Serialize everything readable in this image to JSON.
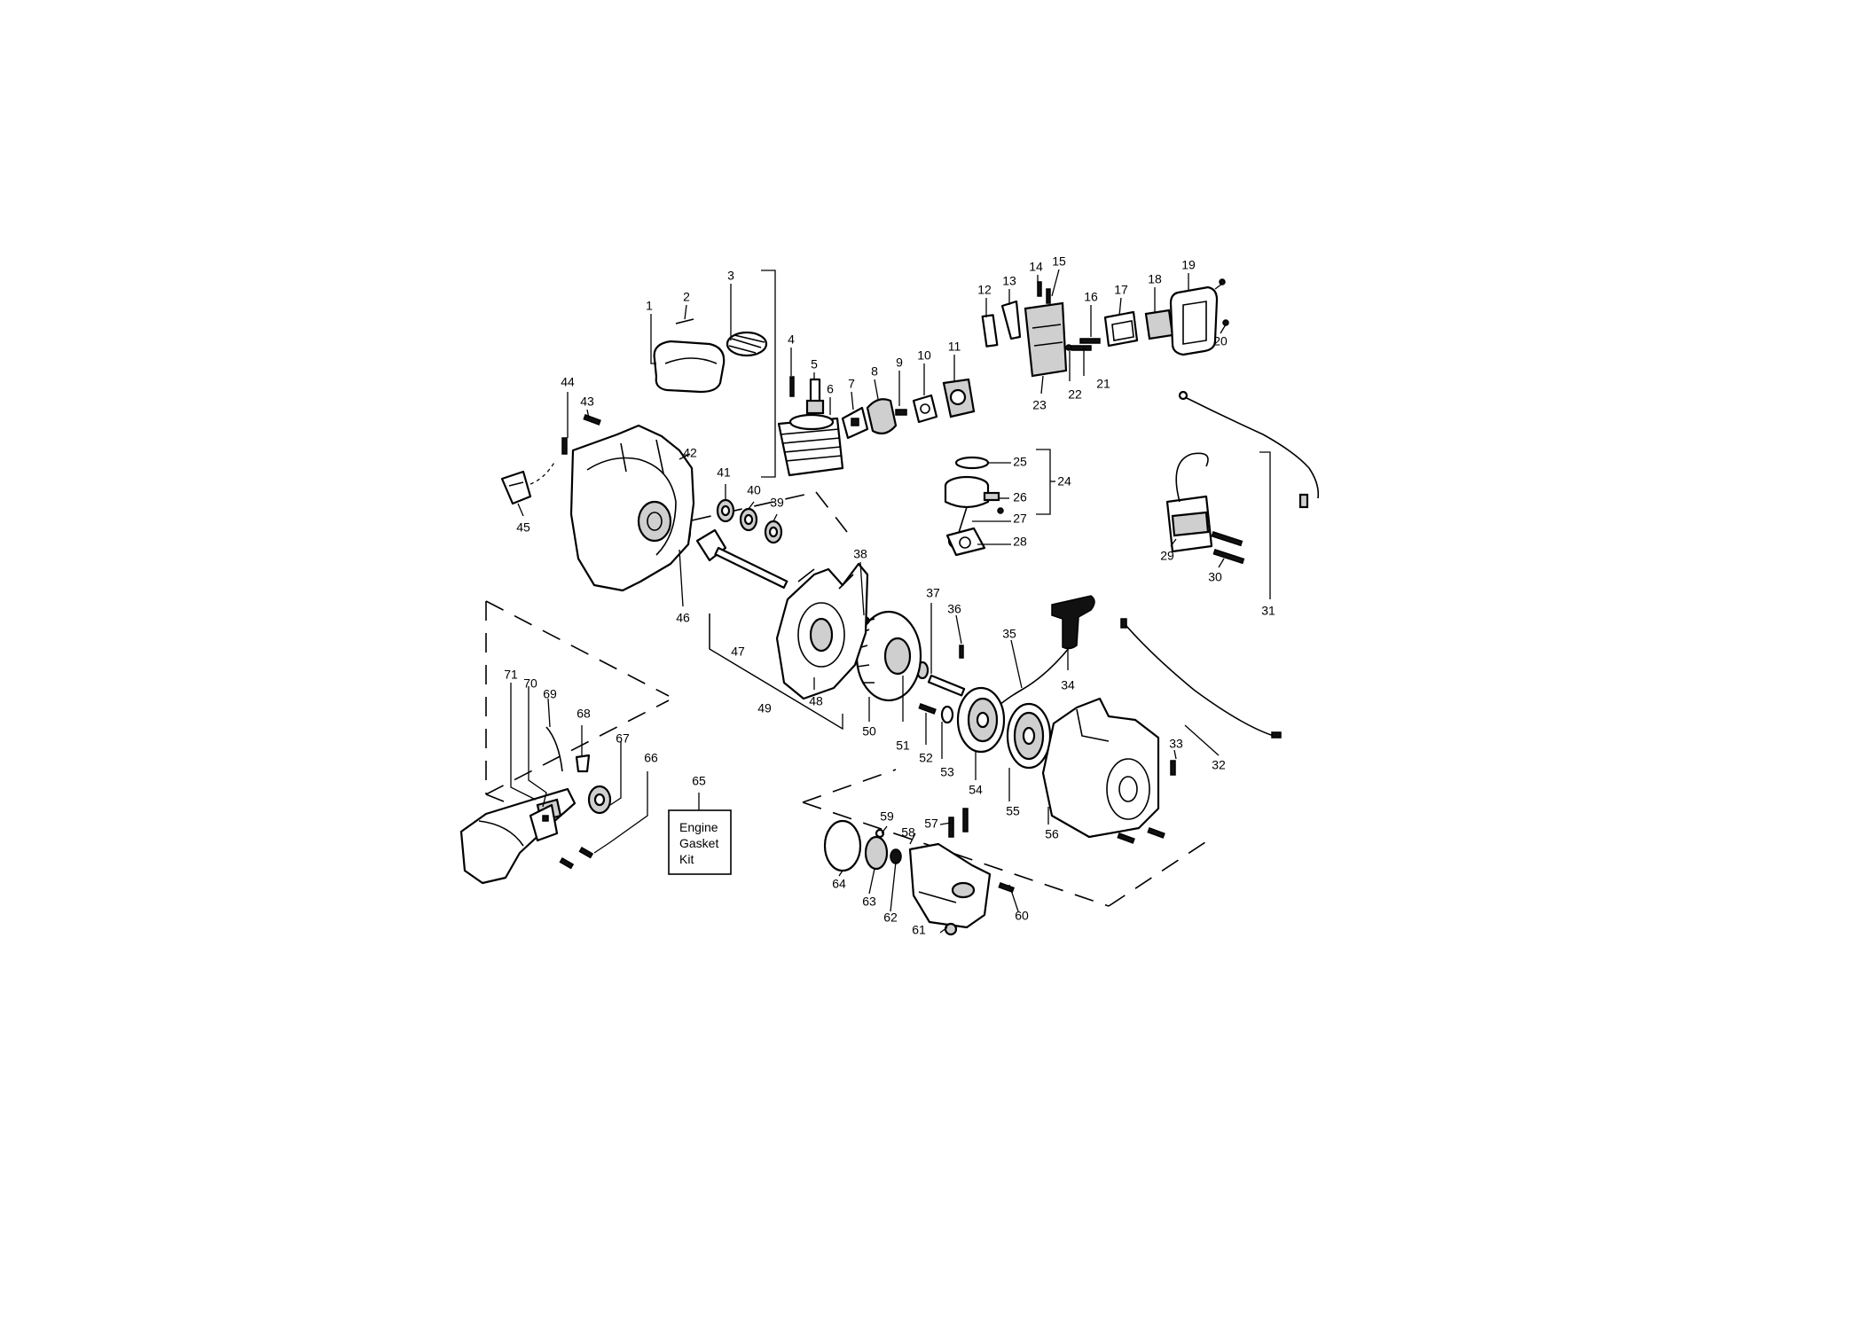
{
  "callouts": {
    "c1": "1",
    "c2": "2",
    "c3": "3",
    "c4": "4",
    "c5": "5",
    "c6": "6",
    "c7": "7",
    "c8": "8",
    "c9": "9",
    "c10": "10",
    "c11": "11",
    "c12": "12",
    "c13": "13",
    "c14": "14",
    "c15": "15",
    "c16": "16",
    "c17": "17",
    "c18": "18",
    "c19": "19",
    "c20": "20",
    "c21": "21",
    "c22": "22",
    "c23": "23",
    "c24": "24",
    "c25": "25",
    "c26": "26",
    "c27": "27",
    "c28": "28",
    "c29": "29",
    "c30": "30",
    "c31": "31",
    "c32": "32",
    "c33": "33",
    "c34": "34",
    "c35": "35",
    "c36": "36",
    "c37": "37",
    "c38": "38",
    "c39": "39",
    "c40": "40",
    "c41": "41",
    "c42": "42",
    "c43": "43",
    "c44": "44",
    "c45": "45",
    "c46": "46",
    "c47": "47",
    "c48": "48",
    "c49": "49",
    "c50": "50",
    "c51": "51",
    "c52": "52",
    "c53": "53",
    "c54": "54",
    "c55": "55",
    "c56": "56",
    "c57": "57",
    "c58": "58",
    "c59": "59",
    "c60": "60",
    "c61": "61",
    "c62": "62",
    "c63": "63",
    "c64": "64",
    "c65": "65",
    "c66": "66",
    "c67": "67",
    "c68": "68",
    "c69": "69",
    "c70": "70",
    "c71": "71"
  },
  "gasket_kit": {
    "line1": "Engine",
    "line2": "Gasket",
    "line3": "Kit"
  }
}
